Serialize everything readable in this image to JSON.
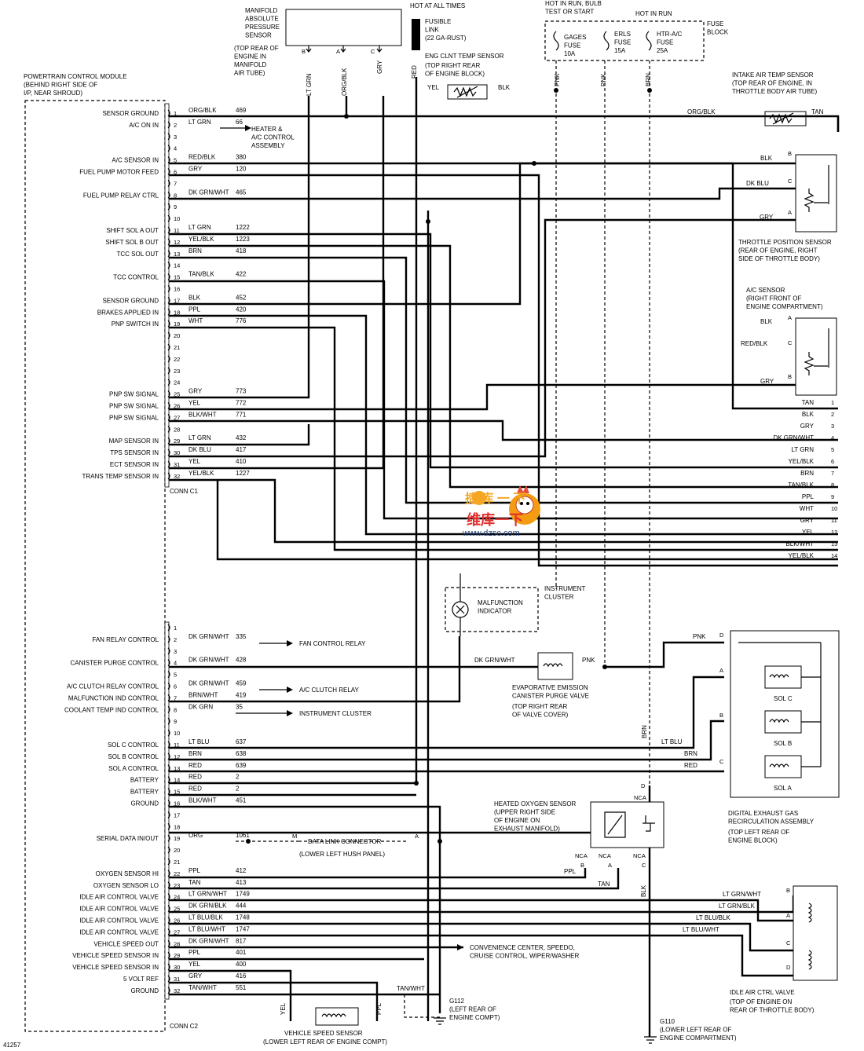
{
  "pcm": {
    "title": "POWERTRAIN CONTROL MODULE\n(BEHIND RIGHT SIDE OF\nI/P, NEAR SHROUD)",
    "conn_c1": "CONN C1",
    "conn_c2": "CONN C2",
    "c1_pins": [
      {
        "n": "1",
        "func": "SENSOR GROUND",
        "wire": "ORG/BLK",
        "circ": "469"
      },
      {
        "n": "2",
        "func": "A/C ON IN",
        "wire": "LT GRN",
        "circ": "66"
      },
      {
        "n": "3",
        "func": "",
        "wire": "",
        "circ": ""
      },
      {
        "n": "4",
        "func": "",
        "wire": "",
        "circ": ""
      },
      {
        "n": "5",
        "func": "A/C SENSOR IN",
        "wire": "RED/BLK",
        "circ": "380"
      },
      {
        "n": "6",
        "func": "FUEL PUMP MOTOR FEED",
        "wire": "GRY",
        "circ": "120"
      },
      {
        "n": "7",
        "func": "",
        "wire": "",
        "circ": ""
      },
      {
        "n": "8",
        "func": "FUEL PUMP RELAY CTRL",
        "wire": "DK GRN/WHT",
        "circ": "465"
      },
      {
        "n": "9",
        "func": "",
        "wire": "",
        "circ": ""
      },
      {
        "n": "10",
        "func": "",
        "wire": "",
        "circ": ""
      },
      {
        "n": "11",
        "func": "SHIFT SOL A OUT",
        "wire": "LT GRN",
        "circ": "1222"
      },
      {
        "n": "12",
        "func": "SHIFT SOL B OUT",
        "wire": "YEL/BLK",
        "circ": "1223"
      },
      {
        "n": "13",
        "func": "TCC SOL OUT",
        "wire": "BRN",
        "circ": "418"
      },
      {
        "n": "14",
        "func": "",
        "wire": "",
        "circ": ""
      },
      {
        "n": "15",
        "func": "TCC CONTROL",
        "wire": "TAN/BLK",
        "circ": "422"
      },
      {
        "n": "16",
        "func": "",
        "wire": "",
        "circ": ""
      },
      {
        "n": "17",
        "func": "SENSOR GROUND",
        "wire": "BLK",
        "circ": "452"
      },
      {
        "n": "18",
        "func": "BRAKES APPLIED IN",
        "wire": "PPL",
        "circ": "420"
      },
      {
        "n": "19",
        "func": "PNP SWITCH IN",
        "wire": "WHT",
        "circ": "776"
      },
      {
        "n": "20",
        "func": "",
        "wire": "",
        "circ": ""
      },
      {
        "n": "21",
        "func": "",
        "wire": "",
        "circ": ""
      },
      {
        "n": "22",
        "func": "",
        "wire": "",
        "circ": ""
      },
      {
        "n": "23",
        "func": "",
        "wire": "",
        "circ": ""
      },
      {
        "n": "24",
        "func": "",
        "wire": "",
        "circ": ""
      },
      {
        "n": "25",
        "func": "PNP SW SIGNAL",
        "wire": "GRY",
        "circ": "773"
      },
      {
        "n": "26",
        "func": "PNP SW SIGNAL",
        "wire": "YEL",
        "circ": "772"
      },
      {
        "n": "27",
        "func": "PNP SW SIGNAL",
        "wire": "BLK/WHT",
        "circ": "771"
      },
      {
        "n": "28",
        "func": "",
        "wire": "",
        "circ": ""
      },
      {
        "n": "29",
        "func": "MAP SENSOR IN",
        "wire": "LT GRN",
        "circ": "432"
      },
      {
        "n": "30",
        "func": "TPS SENSOR IN",
        "wire": "DK BLU",
        "circ": "417"
      },
      {
        "n": "31",
        "func": "ECT SENSOR IN",
        "wire": "YEL",
        "circ": "410"
      },
      {
        "n": "32",
        "func": "TRANS TEMP SENSOR IN",
        "wire": "YEL/BLK",
        "circ": "1227"
      }
    ],
    "c2_pins": [
      {
        "n": "1",
        "func": "",
        "wire": "",
        "circ": ""
      },
      {
        "n": "2",
        "func": "FAN RELAY CONTROL",
        "wire": "DK GRN/WHT",
        "circ": "335"
      },
      {
        "n": "3",
        "func": "",
        "wire": "",
        "circ": ""
      },
      {
        "n": "4",
        "func": "CANISTER PURGE CONTROL",
        "wire": "DK GRN/WHT",
        "circ": "428"
      },
      {
        "n": "5",
        "func": "",
        "wire": "",
        "circ": ""
      },
      {
        "n": "6",
        "func": "A/C CLUTCH RELAY CONTROL",
        "wire": "DK GRN/WHT",
        "circ": "459"
      },
      {
        "n": "7",
        "func": "MALFUNCTION IND CONTROL",
        "wire": "BRN/WHT",
        "circ": "419"
      },
      {
        "n": "8",
        "func": "COOLANT TEMP IND CONTROL",
        "wire": "DK GRN",
        "circ": "35"
      },
      {
        "n": "9",
        "func": "",
        "wire": "",
        "circ": ""
      },
      {
        "n": "10",
        "func": "",
        "wire": "",
        "circ": ""
      },
      {
        "n": "11",
        "func": "SOL C CONTROL",
        "wire": "LT BLU",
        "circ": "637"
      },
      {
        "n": "12",
        "func": "SOL B CONTROL",
        "wire": "BRN",
        "circ": "638"
      },
      {
        "n": "13",
        "func": "SOL A CONTROL",
        "wire": "RED",
        "circ": "639"
      },
      {
        "n": "14",
        "func": "BATTERY",
        "wire": "RED",
        "circ": "2"
      },
      {
        "n": "15",
        "func": "BATTERY",
        "wire": "RED",
        "circ": "2"
      },
      {
        "n": "16",
        "func": "GROUND",
        "wire": "BLK/WHT",
        "circ": "451"
      },
      {
        "n": "17",
        "func": "",
        "wire": "",
        "circ": ""
      },
      {
        "n": "18",
        "func": "",
        "wire": "",
        "circ": ""
      },
      {
        "n": "19",
        "func": "SERIAL DATA IN/OUT",
        "wire": "ORG",
        "circ": "1061"
      },
      {
        "n": "20",
        "func": "",
        "wire": "",
        "circ": ""
      },
      {
        "n": "21",
        "func": "",
        "wire": "",
        "circ": ""
      },
      {
        "n": "22",
        "func": "OXYGEN SENSOR HI",
        "wire": "PPL",
        "circ": "412"
      },
      {
        "n": "23",
        "func": "OXYGEN SENSOR LO",
        "wire": "TAN",
        "circ": "413"
      },
      {
        "n": "24",
        "func": "IDLE AIR CONTROL VALVE",
        "wire": "LT GRN/WHT",
        "circ": "1749"
      },
      {
        "n": "25",
        "func": "IDLE AIR CONTROL VALVE",
        "wire": "DK GRN/BLK",
        "circ": "444"
      },
      {
        "n": "26",
        "func": "IDLE AIR CONTROL VALVE",
        "wire": "LT BLU/BLK",
        "circ": "1748"
      },
      {
        "n": "27",
        "func": "IDLE AIR CONTROL VALVE",
        "wire": "LT BLU/WHT",
        "circ": "1747"
      },
      {
        "n": "28",
        "func": "VEHICLE SPEED OUT",
        "wire": "DK GRN/WHT",
        "circ": "817"
      },
      {
        "n": "29",
        "func": "VEHICLE SPEED SENSOR IN",
        "wire": "PPL",
        "circ": "401"
      },
      {
        "n": "30",
        "func": "VEHICLE SPEED SENSOR IN",
        "wire": "YEL",
        "circ": "400"
      },
      {
        "n": "31",
        "func": "5 VOLT REF",
        "wire": "GRY",
        "circ": "416"
      },
      {
        "n": "32",
        "func": "GROUND",
        "wire": "TAN/WHT",
        "circ": "551"
      }
    ]
  },
  "c2_destinations": {
    "fan": "FAN CONTROL RELAY",
    "ac_clutch": "A/C CLUTCH RELAY",
    "cluster": "INSTRUMENT CLUSTER",
    "heater": "HEATER &\nA/C CONTROL\nASSEMBLY",
    "speedo": "CONVENIENCE CENTER, SPEEDO,\nCRUISE CONTROL, WIPER/WASHER"
  },
  "map_sensor": {
    "title": "MANIFOLD\nABSOLUTE\nPRESSURE\nSENSOR",
    "location": "(TOP REAR OF\nENGINE IN\nMANIFOLD\nAIR TUBE)",
    "pins": [
      "B",
      "A",
      "C"
    ],
    "wires": [
      "LT GRN",
      "ORG/BLK",
      "GRY"
    ]
  },
  "fusible_link": {
    "hot": "HOT AT ALL TIMES",
    "label": "FUSIBLE\nLINK\n(22 GA-RUST)",
    "wire": "RED"
  },
  "ect_sensor": {
    "title": "ENG CLNT TEMP SENSOR",
    "location": "(TOP RIGHT REAR\nOF ENGINE BLOCK)",
    "wires": [
      "YEL",
      "BLK"
    ]
  },
  "fuse_block": {
    "title": "FUSE\nBLOCK",
    "hot_run_bulb": "HOT IN RUN, BULB\nTEST OR START",
    "hot_run": "HOT IN RUN",
    "fuses": [
      "GAGES\nFUSE\n10A",
      "ERLS\nFUSE\n15A",
      "HTR-A/C\nFUSE\n25A"
    ],
    "wires": [
      "PNK",
      "PNK",
      "BRN"
    ]
  },
  "iat_sensor": {
    "title": "INTAKE AIR TEMP SENSOR\n(TOP REAR OF ENGINE, IN\nTHROTTLE BODY AIR TUBE)",
    "wires": [
      "ORG/BLK",
      "TAN"
    ]
  },
  "tps": {
    "title": "THROTTLE POSITION SENSOR\n(REAR OF ENGINE, RIGHT\nSIDE OF THROTTLE BODY)",
    "pins": [
      "B",
      "C",
      "A"
    ],
    "wires": [
      "BLK",
      "DK BLU",
      "GRY"
    ]
  },
  "ac_sensor": {
    "title": "A/C SENSOR\n(RIGHT FRONT OF\nENGINE COMPARTMENT)",
    "pins": [
      "A",
      "C",
      "B"
    ],
    "wires": [
      "BLK",
      "RED/BLK",
      "GRY"
    ]
  },
  "trans_connector": {
    "rows": [
      {
        "wire": "TAN",
        "n": "1"
      },
      {
        "wire": "BLK",
        "n": "2"
      },
      {
        "wire": "GRY",
        "n": "3"
      },
      {
        "wire": "DK GRN/WHT",
        "n": "4"
      },
      {
        "wire": "LT GRN",
        "n": "5"
      },
      {
        "wire": "YEL/BLK",
        "n": "6"
      },
      {
        "wire": "BRN",
        "n": "7"
      },
      {
        "wire": "TAN/BLK",
        "n": "8"
      },
      {
        "wire": "PPL",
        "n": "9"
      },
      {
        "wire": "WHT",
        "n": "10"
      },
      {
        "wire": "GRY",
        "n": "11"
      },
      {
        "wire": "YEL",
        "n": "12"
      },
      {
        "wire": "BLK/WHT",
        "n": "13"
      },
      {
        "wire": "YEL/BLK",
        "n": "14"
      }
    ]
  },
  "watermark": {
    "top": "捷 库 一 下",
    "brand": "维库一下",
    "url": "www.dzsc.com"
  },
  "cluster": {
    "mil": "MALFUNCTION\nINDICATOR",
    "title": "INSTRUMENT\nCLUSTER"
  },
  "evap": {
    "title": "EVAPORATIVE EMISSION\nCANISTER PURGE VALVE",
    "location": "(TOP RIGHT REAR\nOF VALVE COVER)",
    "wires": [
      "DK GRN/WHT",
      "PNK"
    ]
  },
  "egr": {
    "title": "DIGITAL EXHAUST GAS\nRECIRCULATION ASSEMBLY",
    "location": "(TOP LEFT REAR OF\nENGINE BLOCK)",
    "pins": [
      "D",
      "A",
      "B",
      "C"
    ],
    "wires": [
      "PNK",
      "LT BLU",
      "BRN",
      "RED"
    ],
    "sols": [
      "SOL C",
      "SOL B",
      "SOL A"
    ],
    "brn_vertical": "BRN"
  },
  "o2_sensor": {
    "title": "HEATED OXYGEN SENSOR\n(UPPER RIGHT SIDE\nOF ENGINE ON\nEXHAUST MANIFOLD)",
    "nca": "NCA",
    "pins": [
      "D",
      "B",
      "A",
      "C"
    ],
    "wires": [
      "PPL",
      "TAN",
      "BLK"
    ]
  },
  "dlc": {
    "title": "DATA LINK CONNECTOR",
    "location": "(LOWER LEFT HUSH PANEL)",
    "pin_m": "M",
    "pin_a": "A"
  },
  "iac": {
    "title": "IDLE AIR CTRL VALVE",
    "location": "(TOP OF ENGINE ON\nREAR OF THROTTLE BODY)",
    "pins": [
      "B",
      "A",
      "C",
      "D"
    ],
    "wires": [
      "LT GRN/WHT",
      "LT GRN/BLK",
      "LT BLU/BLK",
      "LT BLU/WHT"
    ]
  },
  "vss": {
    "title": "VEHICLE SPEED SENSOR",
    "location": "(LOWER LEFT REAR OF ENGINE COMPT)",
    "wires": [
      "YEL",
      "PPL"
    ]
  },
  "grounds": {
    "g112": "G112\n(LEFT REAR OF\nENGINE COMPT)",
    "g110": "G110\n(LOWER LEFT REAR OF\nENGINE COMPARTMENT)",
    "tanwht": "TAN/WHT",
    "blk": "BLK"
  },
  "figure_id": "41257"
}
